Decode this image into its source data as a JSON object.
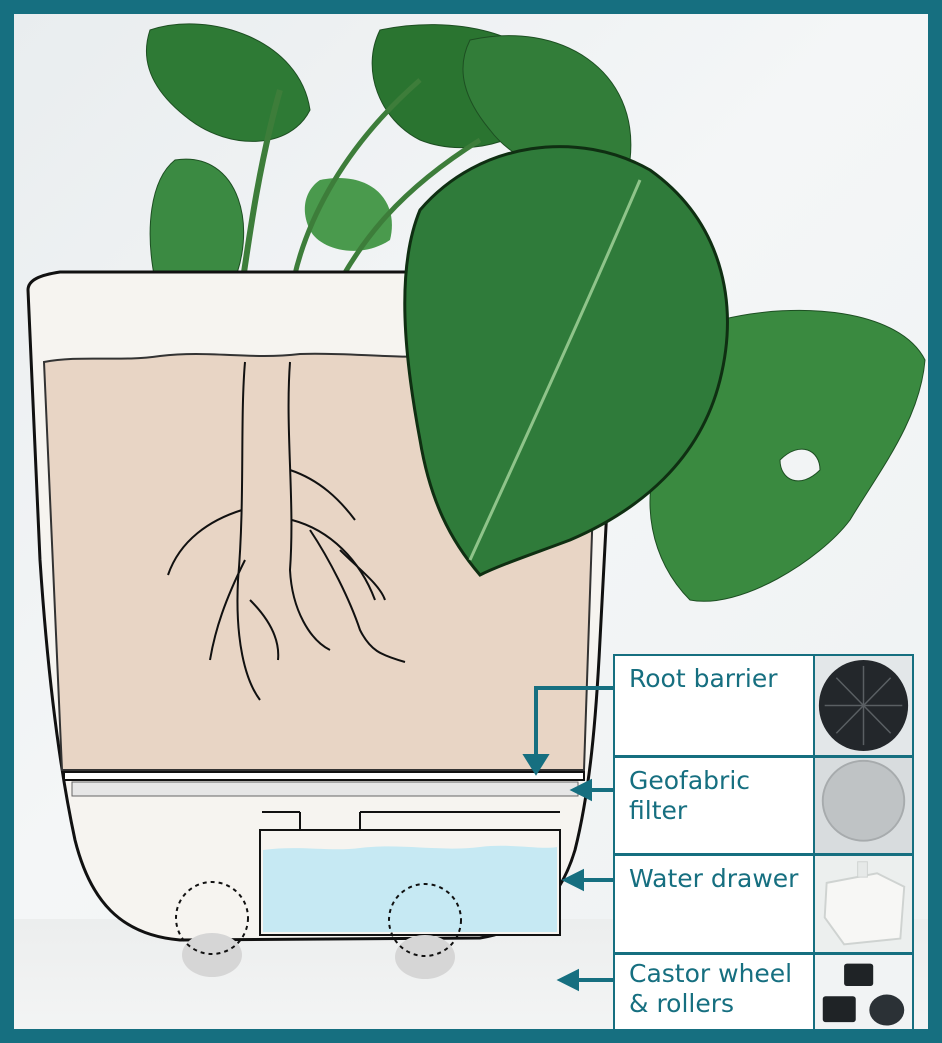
{
  "labels": [
    {
      "text": "Root barrier"
    },
    {
      "text": "Geofabric\nfilter"
    },
    {
      "text": "Water drawer"
    },
    {
      "text": "Castor wheel\n& rollers"
    }
  ],
  "colors": {
    "frame": "#166f80",
    "soil": "#e8d5c5",
    "water": "#c6e9f3",
    "pot": "#f6f4f0",
    "leaf": "#2f7b3a"
  }
}
